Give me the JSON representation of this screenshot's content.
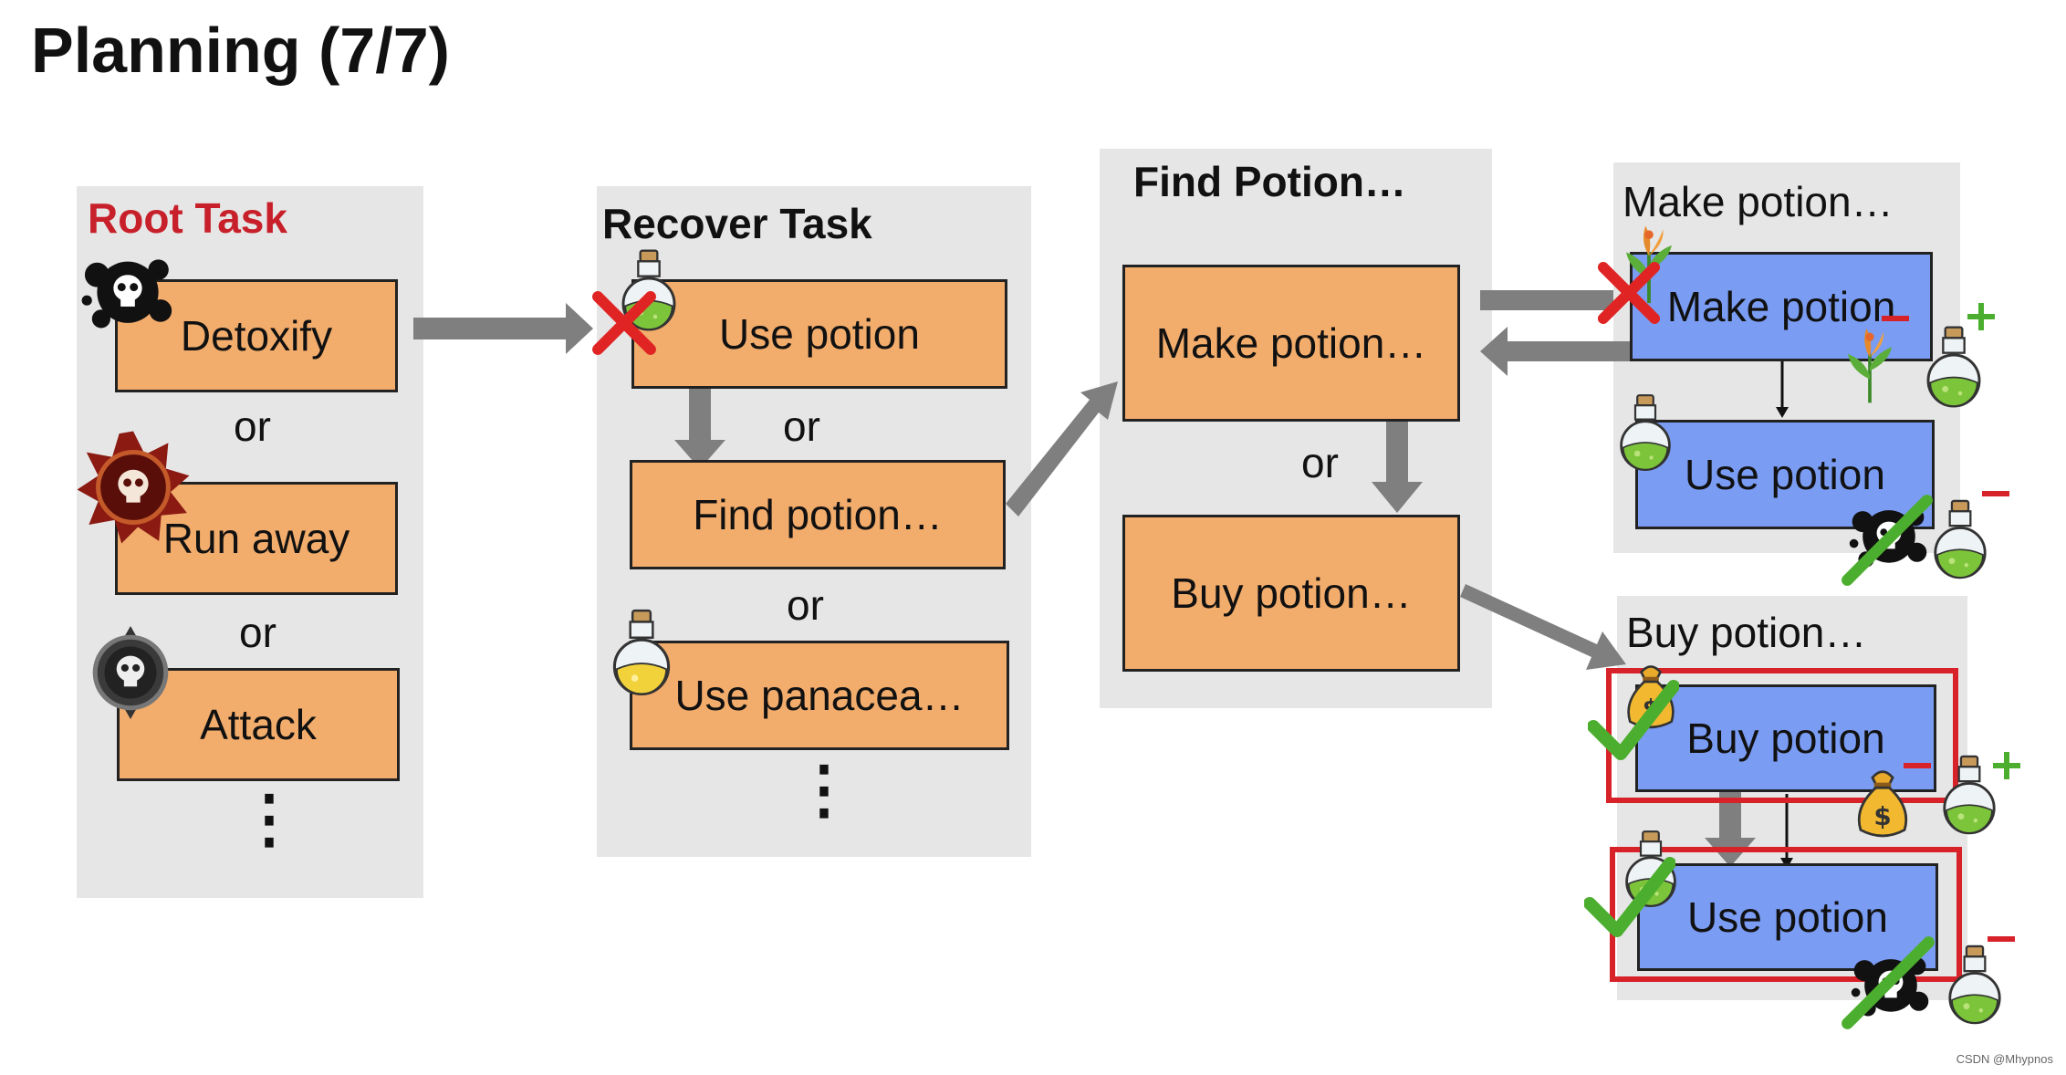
{
  "slide": {
    "title": "Planning (7/7)",
    "credit": "CSDN @Mhypnos"
  },
  "root": {
    "title": "Root Task",
    "items": [
      "Detoxify",
      "Run away",
      "Attack"
    ],
    "or1": "or",
    "or2": "or",
    "ellipsis": "⋮"
  },
  "recover": {
    "title": "Recover Task",
    "items": [
      "Use potion",
      "Find potion…",
      "Use panacea…"
    ],
    "or1": "or",
    "or2": "or",
    "ellipsis": "⋮"
  },
  "find": {
    "title": "Find Potion…",
    "items": [
      "Make potion…",
      "Buy potion…"
    ],
    "or": "or"
  },
  "make": {
    "title": "Make potion…",
    "items": [
      "Make potion",
      "Use potion"
    ]
  },
  "buy": {
    "title": "Buy potion…",
    "items": [
      "Buy potion",
      "Use potion"
    ]
  },
  "colors": {
    "accent_red": "#d8222a",
    "task_orange": "#f2ac6c",
    "action_blue": "#7a9cf3",
    "check_green": "#4cae2f"
  }
}
